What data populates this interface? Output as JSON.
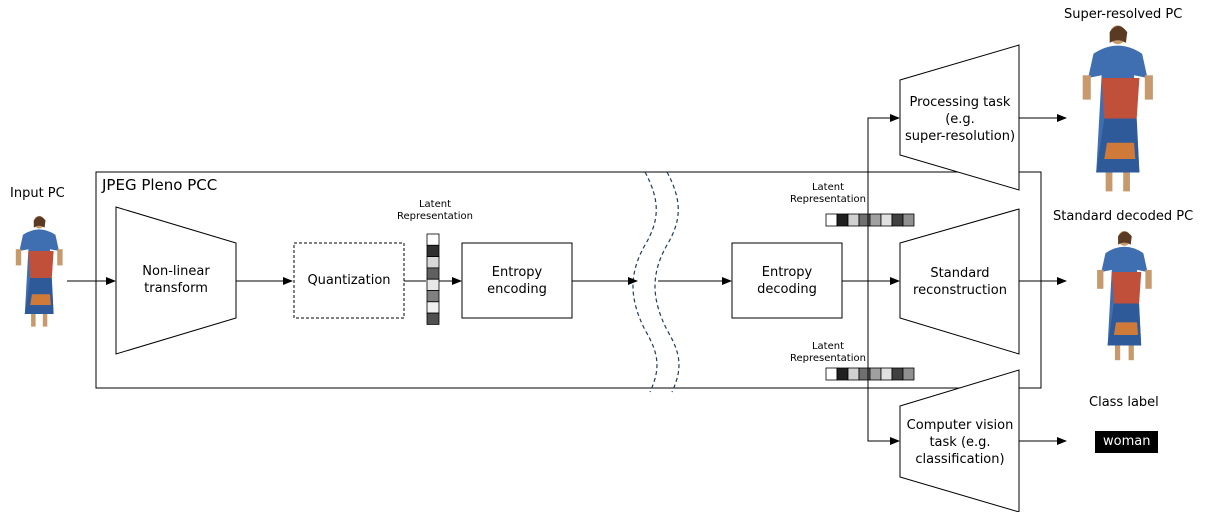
{
  "labels": {
    "input_pc": "Input PC",
    "system": "JPEG Pleno PCC",
    "latent_rep": "Latent Representation",
    "super_resolved_pc": "Super-resolved PC",
    "standard_decoded_pc": "Standard decoded PC",
    "class_label": "Class label",
    "class_value": "woman"
  },
  "blocks": {
    "nonlinear_line1": "Non-linear",
    "nonlinear_line2": "transform",
    "quantization": "Quantization",
    "entropy_enc_line1": "Entropy",
    "entropy_enc_line2": "encoding",
    "entropy_dec_line1": "Entropy",
    "entropy_dec_line2": "decoding",
    "processing_line1": "Processing task",
    "processing_line2": "(e.g.",
    "processing_line3": "super-resolution)",
    "standard_line1": "Standard",
    "standard_line2": "reconstruction",
    "cv_line1": "Computer vision",
    "cv_line2": "task (e.g.",
    "cv_line3": "classification)"
  },
  "colors": {
    "latent_cells": [
      "#ffffff",
      "#303030",
      "#d8d8d8",
      "#606060",
      "#e8e8e8",
      "#808080",
      "#f0f0f0",
      "#505050"
    ],
    "latent_row_cells": [
      "#ffffff",
      "#202020",
      "#d0d0d0",
      "#707070",
      "#a0a0a0",
      "#e0e0e0",
      "#404040",
      "#909090"
    ],
    "break_line": "#1f3b5a"
  },
  "icons": {
    "person": "woman-figure-icon"
  }
}
